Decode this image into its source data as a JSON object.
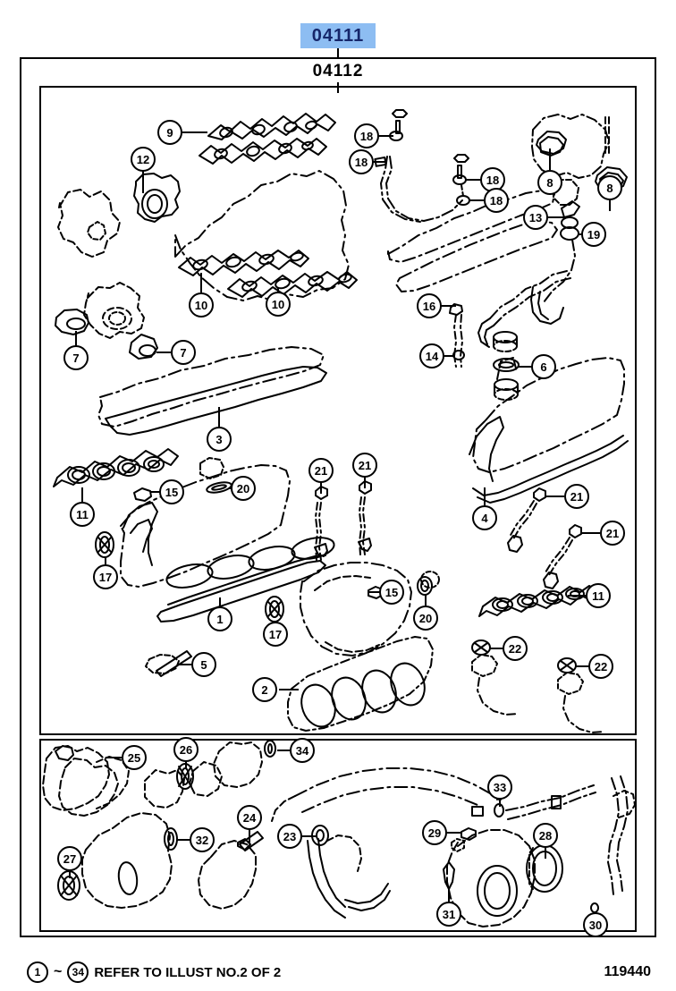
{
  "header": {
    "primary_code": "04111",
    "primary_code_highlighted": true,
    "highlight_color": "#8dbdf2",
    "highlight_text_color": "#16276b",
    "secondary_code": "04112"
  },
  "footer": {
    "range_start": "1",
    "tilde": "~",
    "range_end": "34",
    "text": "REFER TO ILLUST NO.2 OF 2",
    "sheet_number": "119440"
  },
  "callouts": {
    "c1": "1",
    "c2": "2",
    "c3": "3",
    "c4": "4",
    "c5": "5",
    "c6": "6",
    "c7a": "7",
    "c7b": "7",
    "c8a": "8",
    "c8b": "8",
    "c9": "9",
    "c10a": "10",
    "c10b": "10",
    "c11a": "11",
    "c11b": "11",
    "c12": "12",
    "c13": "13",
    "c14": "14",
    "c15a": "15",
    "c15b": "15",
    "c16": "16",
    "c17a": "17",
    "c17b": "17",
    "c18a": "18",
    "c18b": "18",
    "c18c": "18",
    "c18d": "18",
    "c19": "19",
    "c20a": "20",
    "c20b": "20",
    "c21a": "21",
    "c21b": "21",
    "c21c": "21",
    "c21d": "21",
    "c22a": "22",
    "c22b": "22",
    "c23": "23",
    "c24": "24",
    "c25": "25",
    "c26": "26",
    "c27": "27",
    "c28": "28",
    "c29": "29",
    "c30": "30",
    "c31": "31",
    "c32": "32",
    "c33": "33",
    "c34": "34"
  }
}
